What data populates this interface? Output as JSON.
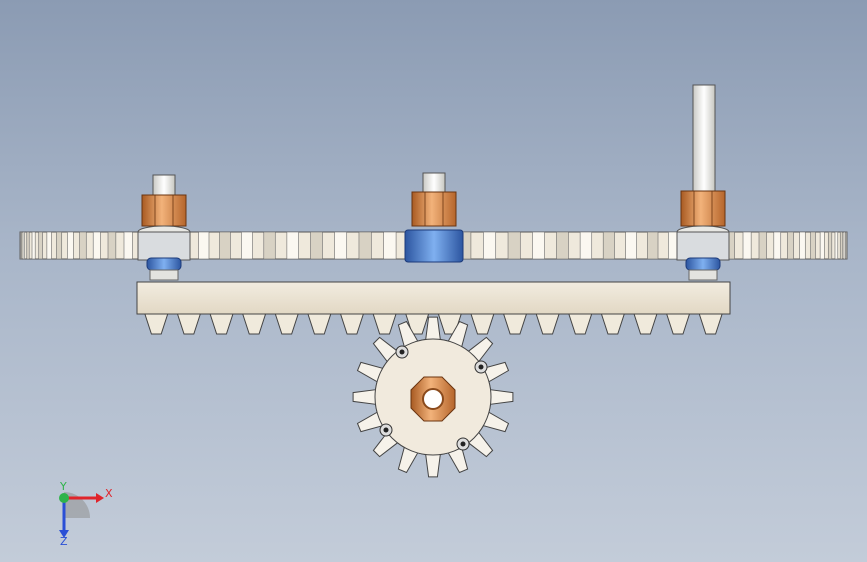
{
  "scene": {
    "background_top": "#8b9bb3",
    "background_bottom": "#c3ccd9",
    "parts": {
      "top_gear_teeth": 52,
      "pinion_teeth": 16,
      "rack_teeth": 18,
      "shafts": 3,
      "nuts_color": "#d98c4a",
      "bearing_color": "#3f74c9"
    }
  },
  "triad": {
    "x_label": "X",
    "y_label": "Y",
    "z_label": "Z",
    "x_color": "#e0242b",
    "y_color": "#2fb34a",
    "z_color": "#2a4fd6"
  }
}
